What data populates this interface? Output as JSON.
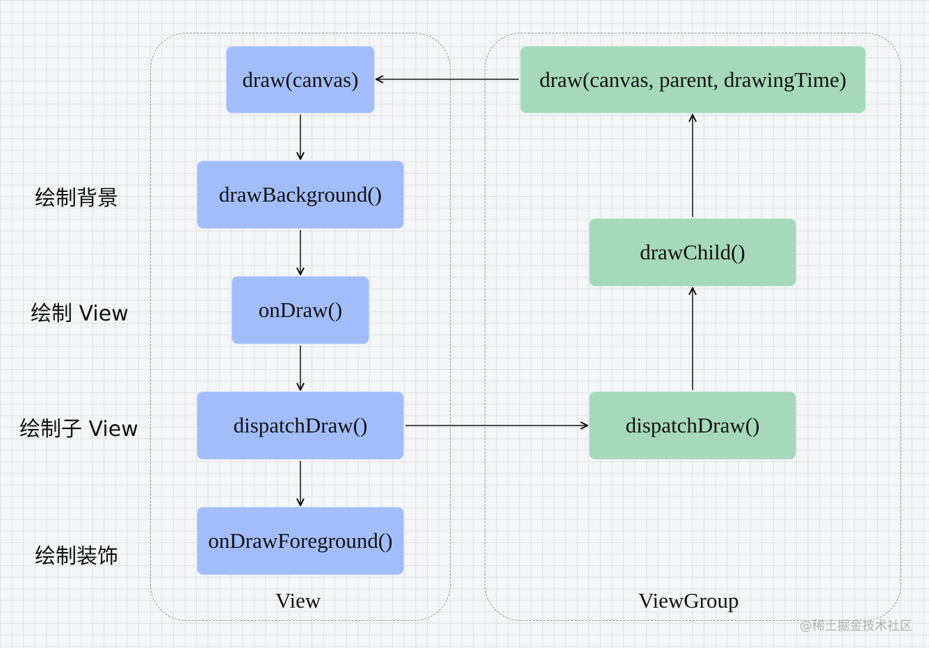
{
  "row_labels": [
    "绘制背景",
    "绘制 View",
    "绘制子 View",
    "绘制装饰"
  ],
  "view_group": {
    "label": "View",
    "nodes": {
      "draw": "draw(canvas)",
      "draw_background": "drawBackground()",
      "on_draw": "onDraw()",
      "dispatch_draw": "dispatchDraw()",
      "on_draw_foreground": "onDrawForeground()"
    }
  },
  "viewgroup_group": {
    "label": "ViewGroup",
    "nodes": {
      "draw": "draw(canvas, parent, drawingTime)",
      "draw_child": "drawChild()",
      "dispatch_draw": "dispatchDraw()"
    }
  },
  "watermark": "@稀土掘金技术社区",
  "colors": {
    "view_node_fill": "#a3bdfa",
    "viewgroup_node_fill": "#a6d8bc",
    "arrow": "#111111",
    "group_border": "#9a9a9a"
  }
}
